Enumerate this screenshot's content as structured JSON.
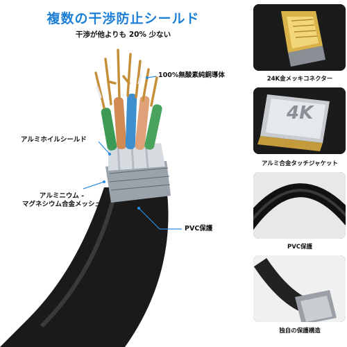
{
  "header": {
    "title": "複数の干渉防止シールド",
    "subtitle": "干渉が他よりも 20% 少ない"
  },
  "callouts": {
    "conductor": "100%無酸素純銅導体",
    "foil_shield": "アルミホイルシールド",
    "mesh_line1": "アルミニウム -",
    "mesh_line2": "マグネシウム合金メッシュ",
    "pvc": "PVC保護"
  },
  "badge": {
    "text": "4K"
  },
  "panels": [
    {
      "label": "24K金メッキコネクター"
    },
    {
      "label": "アルミ合金タッチジャケット"
    },
    {
      "label": "PVC保護"
    },
    {
      "label": "独自の保護構造"
    }
  ],
  "colors": {
    "title": "#1d7fd6",
    "callout_line": "#2a8be0",
    "panel_bg": "#1b1b1b"
  }
}
